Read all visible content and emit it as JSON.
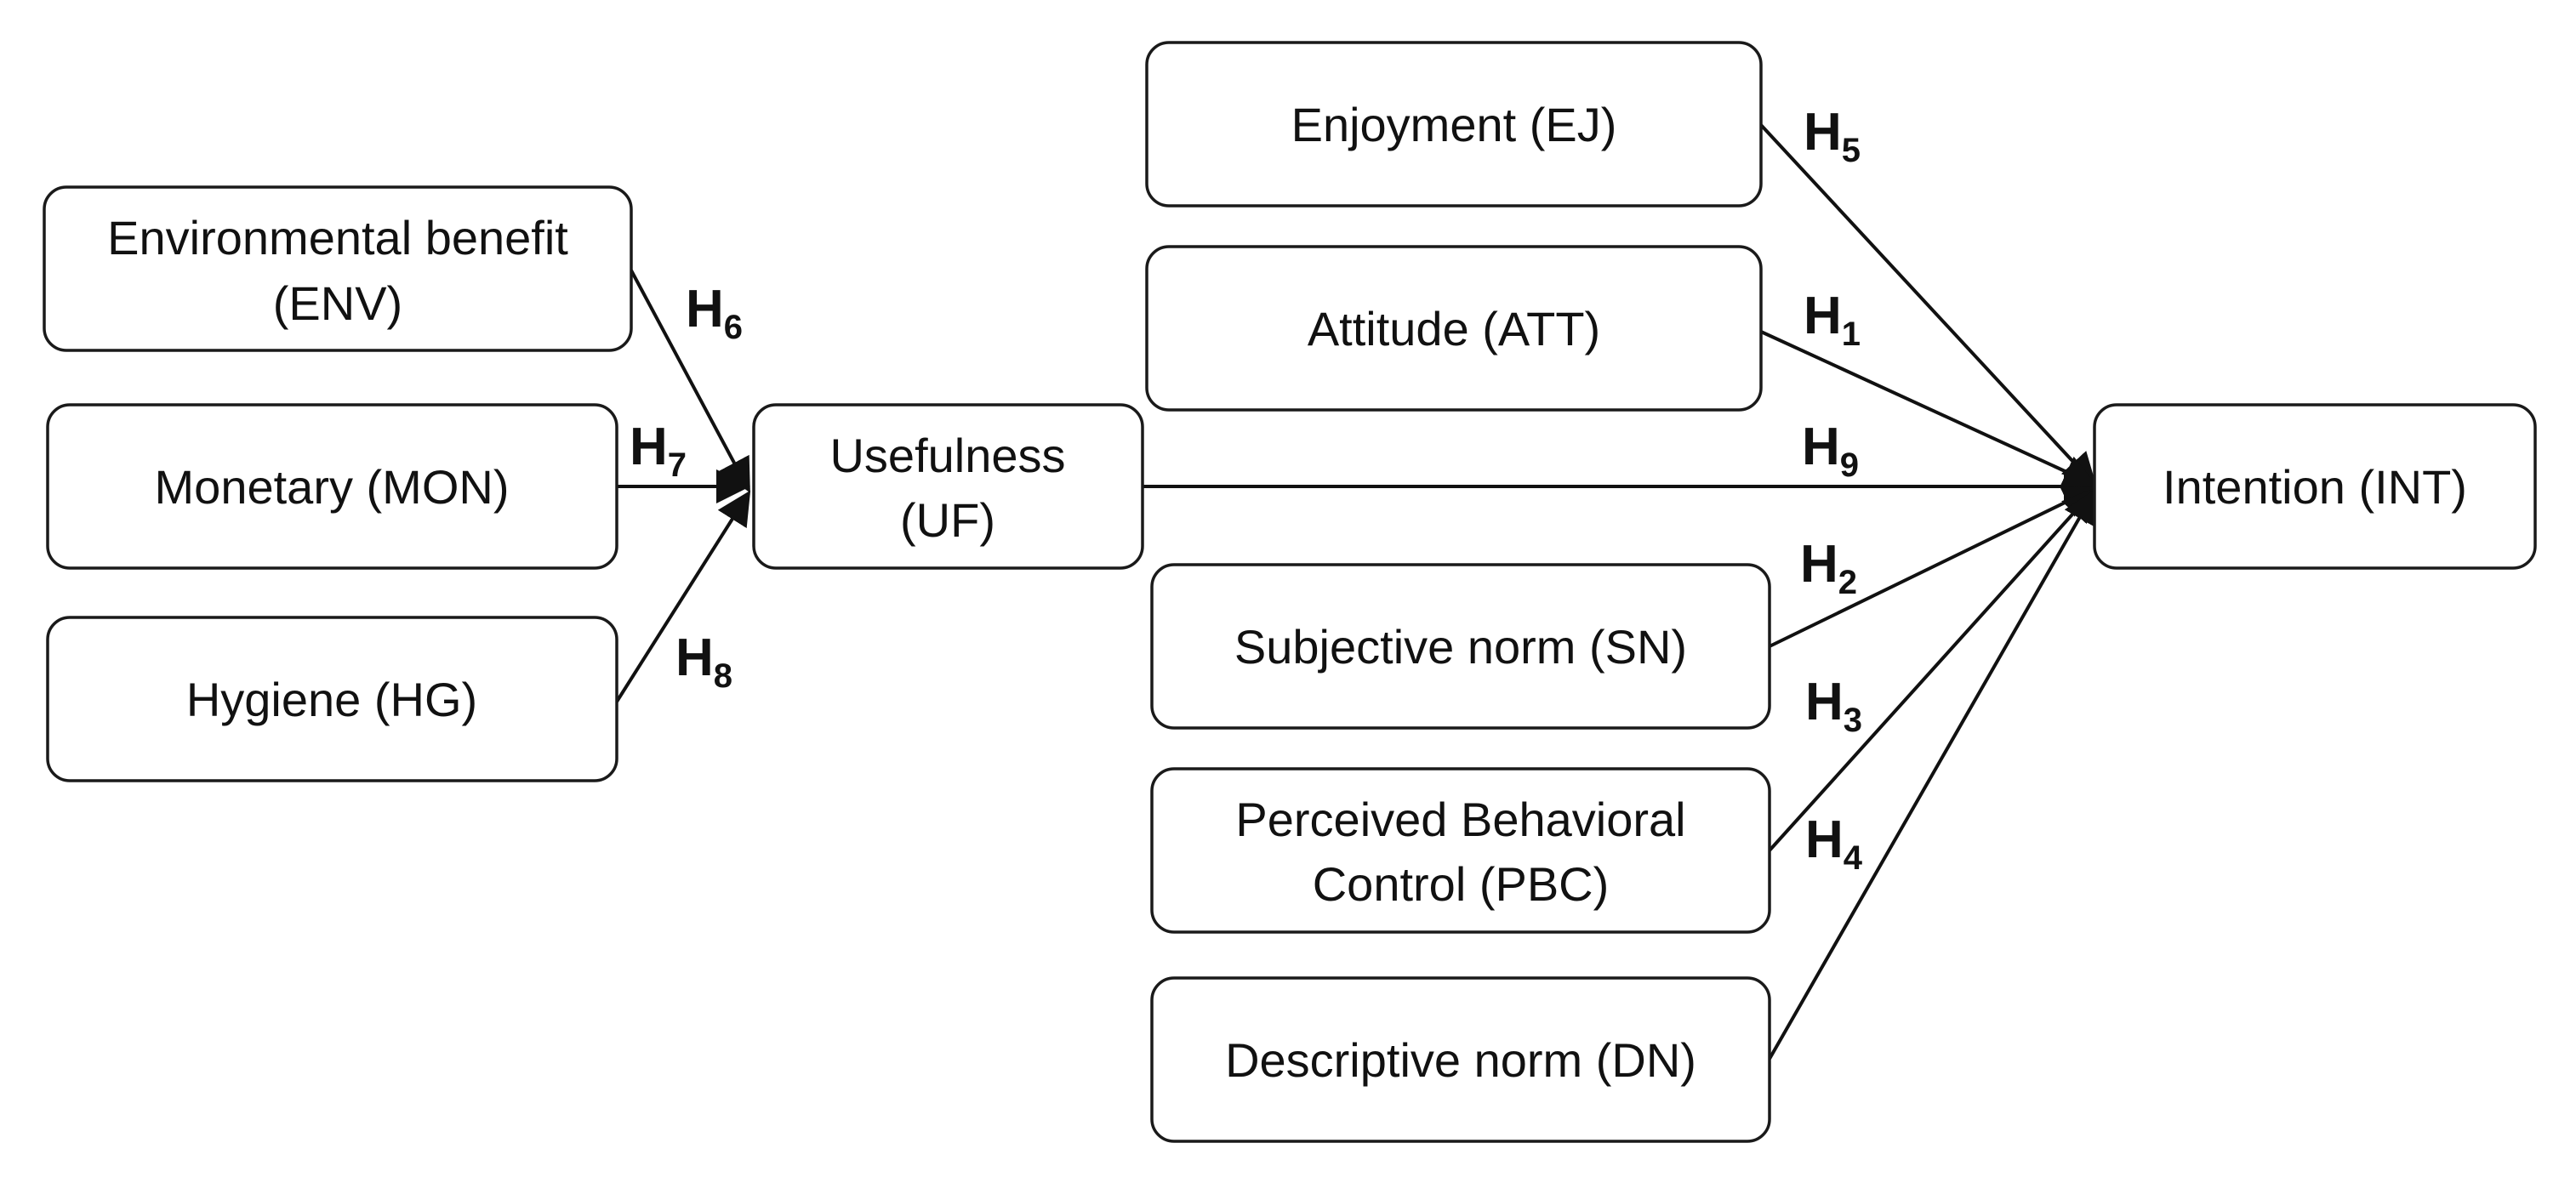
{
  "nodes": {
    "env": {
      "lines": [
        "Environmental benefit",
        "(ENV)"
      ]
    },
    "mon": {
      "lines": [
        "Monetary (MON)"
      ]
    },
    "hg": {
      "lines": [
        "Hygiene (HG)"
      ]
    },
    "uf": {
      "lines": [
        "Usefulness",
        "(UF)"
      ]
    },
    "ej": {
      "lines": [
        "Enjoyment (EJ)"
      ]
    },
    "att": {
      "lines": [
        "Attitude (ATT)"
      ]
    },
    "sn": {
      "lines": [
        "Subjective norm (SN)"
      ]
    },
    "pbc": {
      "lines": [
        "Perceived Behavioral",
        "Control (PBC)"
      ]
    },
    "dn": {
      "lines": [
        "Descriptive norm (DN)"
      ]
    },
    "int": {
      "lines": [
        "Intention (INT)"
      ]
    }
  },
  "hypotheses": {
    "h1": {
      "base": "H",
      "sub": "1"
    },
    "h2": {
      "base": "H",
      "sub": "2"
    },
    "h3": {
      "base": "H",
      "sub": "3"
    },
    "h4": {
      "base": "H",
      "sub": "4"
    },
    "h5": {
      "base": "H",
      "sub": "5"
    },
    "h6": {
      "base": "H",
      "sub": "6"
    },
    "h7": {
      "base": "H",
      "sub": "7"
    },
    "h8": {
      "base": "H",
      "sub": "8"
    },
    "h9": {
      "base": "H",
      "sub": "9"
    }
  },
  "edges": [
    {
      "from": "env",
      "to": "uf",
      "hypothesis": "h6"
    },
    {
      "from": "mon",
      "to": "uf",
      "hypothesis": "h7"
    },
    {
      "from": "hg",
      "to": "uf",
      "hypothesis": "h8"
    },
    {
      "from": "uf",
      "to": "int",
      "hypothesis": "h9"
    },
    {
      "from": "ej",
      "to": "int",
      "hypothesis": "h5"
    },
    {
      "from": "att",
      "to": "int",
      "hypothesis": "h1"
    },
    {
      "from": "sn",
      "to": "int",
      "hypothesis": "h2"
    },
    {
      "from": "pbc",
      "to": "int",
      "hypothesis": "h3"
    },
    {
      "from": "dn",
      "to": "int",
      "hypothesis": "h4"
    }
  ]
}
